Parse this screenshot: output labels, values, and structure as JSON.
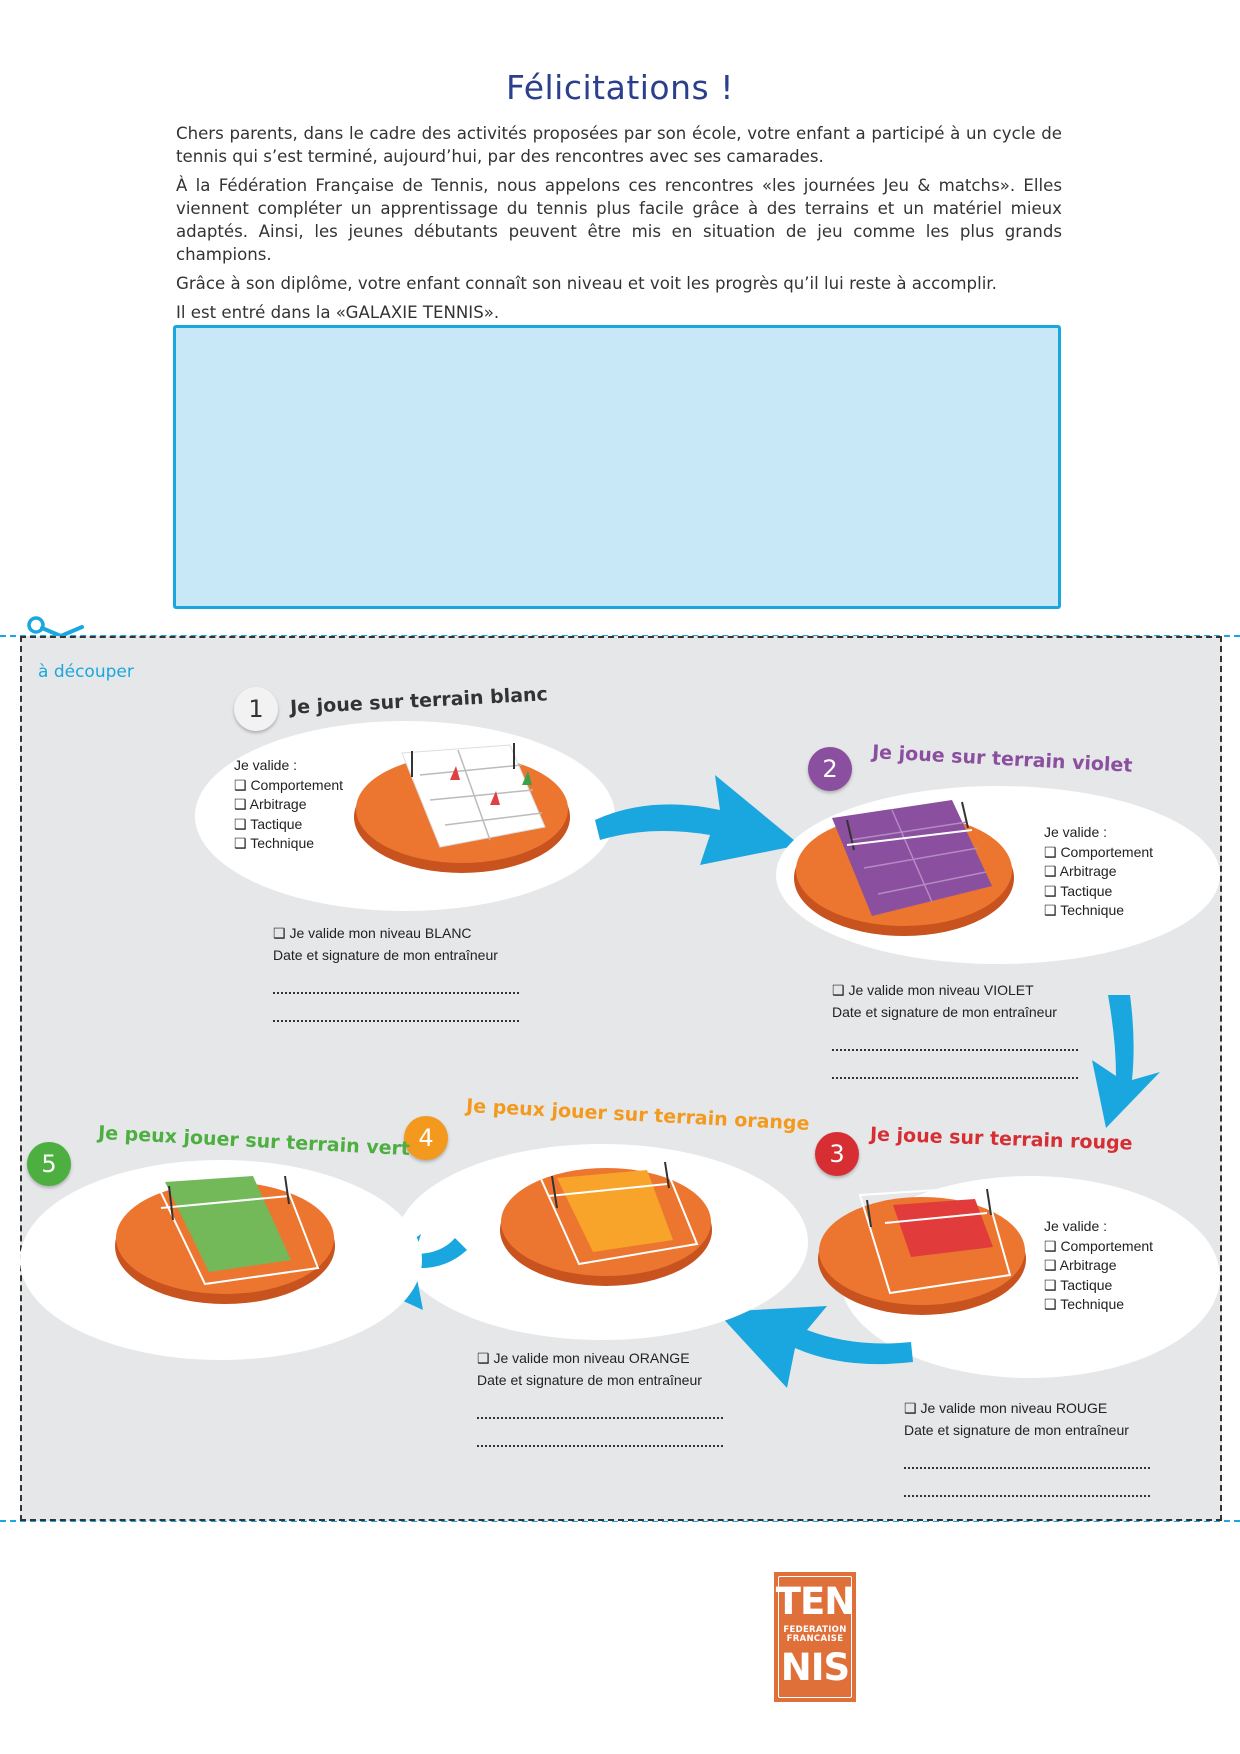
{
  "header": {
    "title": "Félicitations !"
  },
  "intro": {
    "p1": "Chers parents, dans le cadre des activités proposées par son école, votre enfant a participé à un cycle de tennis qui s’est terminé, aujourd’hui, par des rencontres avec ses camarades.",
    "p2": "À la Fédération Française de Tennis, nous appelons ces rencontres «les journées Jeu & matchs». Elles viennent compléter un apprentissage du tennis plus facile grâce à des terrains et un matériel mieux adaptés. Ainsi, les jeunes débutants peuvent être mis en situation de jeu comme les plus grands champions.",
    "p3": "Grâce à son diplôme, votre enfant connaît son niveau et voit les progrès qu’il lui reste à accomplir.",
    "p4": "Il est entré dans la «GALAXIE TENNIS»."
  },
  "cut": {
    "label": "à découper"
  },
  "checklist": {
    "intro": "Je valide :",
    "items": [
      "❑ Comportement",
      "❑ Arbitrage",
      "❑ Tactique",
      "❑ Technique"
    ]
  },
  "steps": [
    {
      "number": "1",
      "heading": "Je joue sur terrain blanc",
      "validate": "❑ Je valide mon niveau BLANC",
      "sign": "Date et signature de mon entraîneur",
      "color": "#ffffff"
    },
    {
      "number": "2",
      "heading": "Je joue sur terrain violet",
      "validate": "❑ Je valide mon niveau VIOLET",
      "sign": "Date et signature de mon entraîneur",
      "color": "#8a4f9e"
    },
    {
      "number": "3",
      "heading": "Je joue sur terrain rouge",
      "validate": "❑ Je valide mon niveau ROUGE",
      "sign": "Date et signature de mon entraîneur",
      "color": "#d62e32"
    },
    {
      "number": "4",
      "heading": "Je peux jouer sur terrain orange",
      "validate": "❑ Je valide mon niveau ORANGE",
      "sign": "Date et signature de mon entraîneur",
      "color": "#f39a1e"
    },
    {
      "number": "5",
      "heading": "Je peux jouer sur terrain vert",
      "color": "#4caf3f"
    }
  ],
  "colors": {
    "title": "#2b3f8c",
    "accent_blue": "#1aa7e0",
    "box_fill": "#c8e8f8",
    "planet_orange": "#ec7630"
  },
  "logo": {
    "top": "TEN",
    "middle1": "FEDERATION",
    "middle2": "FRANCAISE",
    "bottom": "NIS"
  },
  "icons": {
    "scissors": "scissors-icon",
    "arrows": "arrow-right-icon"
  }
}
